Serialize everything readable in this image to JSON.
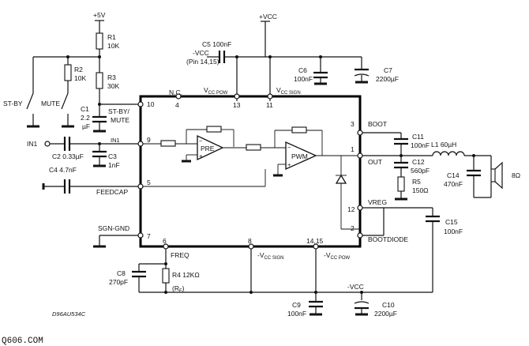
{
  "rails": {
    "p5v": "+5V",
    "pvcc": "+VCC",
    "mvcc": "-VCC"
  },
  "pins": {
    "p1": "1",
    "p2": "2",
    "p3": "3",
    "p4": "4",
    "p5": "5",
    "p6": "6",
    "p7": "7",
    "p8": "8",
    "p9": "9",
    "p10": "10",
    "p11": "11",
    "p12": "12",
    "p13": "13",
    "p1415": "14,15"
  },
  "chip_labels": {
    "nc": "N.C.",
    "vccpow_a": "V",
    "vccpow_b": "CC POW",
    "vccsign_a": "V",
    "vccsign_b": "CC SIGN",
    "stby_mute_1": "ST-BY/",
    "stby_mute_2": "MUTE",
    "feedcap": "FEEDCAP",
    "sgngnd": "SGN-GND",
    "freq": "FREQ",
    "mvccsign_a": "-V",
    "mvccsign_b": "CC SIGN",
    "mvccpow_a": "-V",
    "mvccpow_b": "CC POW",
    "boot": "BOOT",
    "out": "OUT",
    "vreg": "VREG",
    "bootdiode": "BOOTDIODE",
    "pre": "PRE",
    "pwm": "PWM"
  },
  "components": {
    "r1": [
      "R1",
      "10K"
    ],
    "r2": [
      "R2",
      "10K"
    ],
    "r3": [
      "R3",
      "30K"
    ],
    "c1": [
      "C1",
      "2.2",
      "µF"
    ],
    "c5": "C5 100nF",
    "mvcc_pin": [
      "-VCC",
      "(Pin 14,15)"
    ],
    "c6": [
      "C6",
      "100nF"
    ],
    "c7": [
      "C7",
      "2200µF"
    ],
    "stby": "ST-BY",
    "mute": "MUTE",
    "in1": "IN1",
    "c2": "C2 0.33µF",
    "c3": [
      "C3",
      "1nF"
    ],
    "c4": "C4 4.7nF",
    "c11": [
      "C11",
      "100nF"
    ],
    "c12": [
      "C12",
      "560pF"
    ],
    "r5": [
      "R5",
      "150Ω"
    ],
    "l1": "L1 60µH",
    "c14": [
      "C14",
      "470nF"
    ],
    "spk": "8Ω",
    "c15": [
      "C15",
      "100nF"
    ],
    "c8": [
      "C8",
      "270pF"
    ],
    "r4": [
      "R4 12KΩ",
      "(R",
      "F",
      ")"
    ],
    "c9": [
      "C9",
      "100nF"
    ],
    "c10": [
      "C10",
      "2200µF"
    ]
  },
  "doc_id": "D96AU534C",
  "watermark": "Q606.COM"
}
